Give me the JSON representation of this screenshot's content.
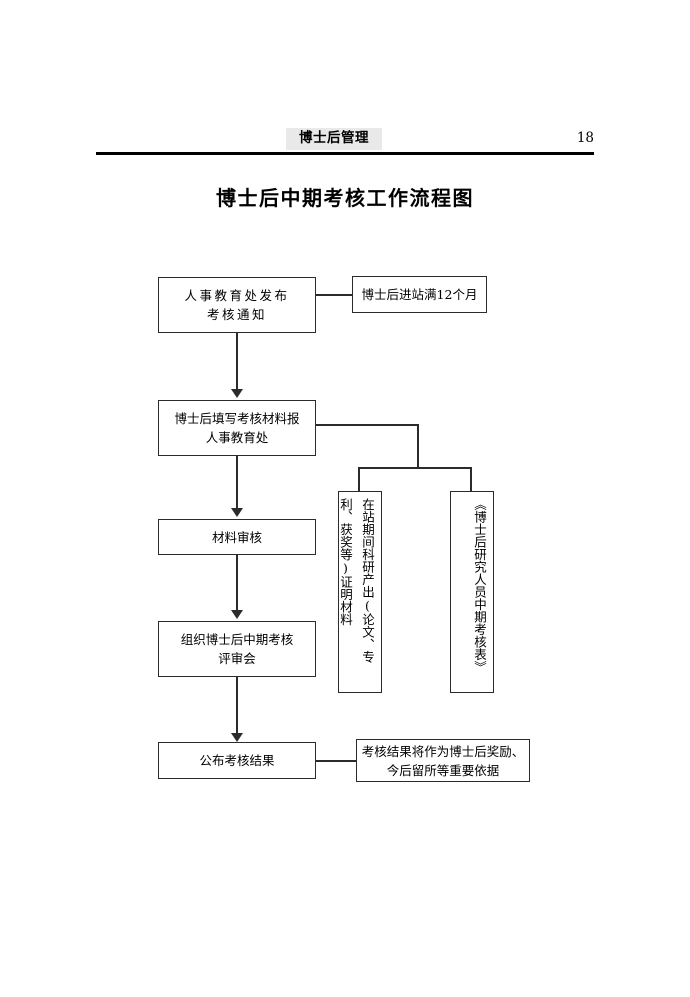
{
  "header": {
    "running_title": "博士后管理",
    "page_number": "18"
  },
  "document": {
    "title": "博士后中期考核工作流程图"
  },
  "flowchart": {
    "nodes": [
      {
        "id": "notice",
        "label": "人事教育处发布\n考核通知",
        "line1": "人事教育处发布",
        "line2": "考核通知"
      },
      {
        "id": "condition",
        "label": "博士后进站满12个月"
      },
      {
        "id": "submit",
        "label": "博士后填写考核材料报\n人事教育处",
        "line1": "博士后填写考核材料报",
        "line2": "人事教育处"
      },
      {
        "id": "review",
        "label": "材料审核"
      },
      {
        "id": "panel",
        "label": "组织博士后中期考核\n评审会",
        "line1": "组织博士后中期考核",
        "line2": "评审会"
      },
      {
        "id": "publish",
        "label": "公布考核结果"
      },
      {
        "id": "attachment-1",
        "label": "在站期间科研产出(论文、专利、获奖等)证明材料"
      },
      {
        "id": "attachment-2",
        "label": "《博士后研究人员中期考核表》"
      },
      {
        "id": "result-note",
        "label": "考核结果将作为博士后奖励、\n今后留所等重要依据",
        "line1": "考核结果将作为博士后奖励、",
        "line2": "今后留所等重要依据"
      }
    ]
  },
  "colors": {
    "ink": "#2b2b2b",
    "header_highlight": "#e9e9e9",
    "page_background": "#ffffff"
  }
}
